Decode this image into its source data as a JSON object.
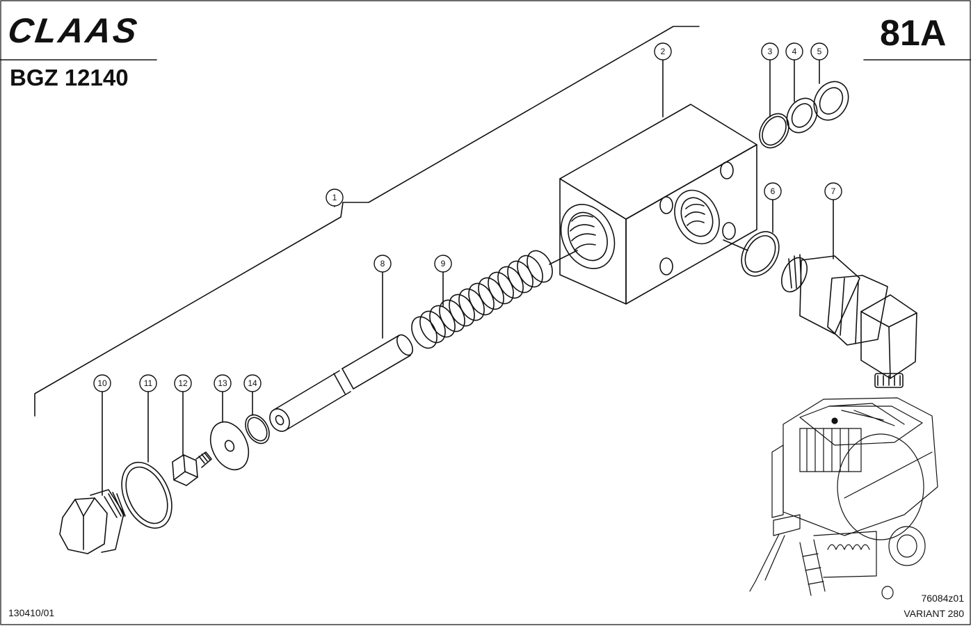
{
  "header": {
    "brand": "CLAAS",
    "document_number": "BGZ 12140",
    "page_code": "81A"
  },
  "footer": {
    "left_code": "130410/01",
    "drawing_code": "76084z01",
    "variant": "VARIANT 280"
  },
  "callouts": [
    "1",
    "2",
    "3",
    "4",
    "5",
    "6",
    "7",
    "8",
    "9",
    "10",
    "11",
    "12",
    "13",
    "14"
  ],
  "icons": {
    "brand": "claas-logo",
    "machine": "round-baler-thumbnail"
  },
  "colors": {
    "ink": "#111111",
    "paper": "#ffffff"
  }
}
